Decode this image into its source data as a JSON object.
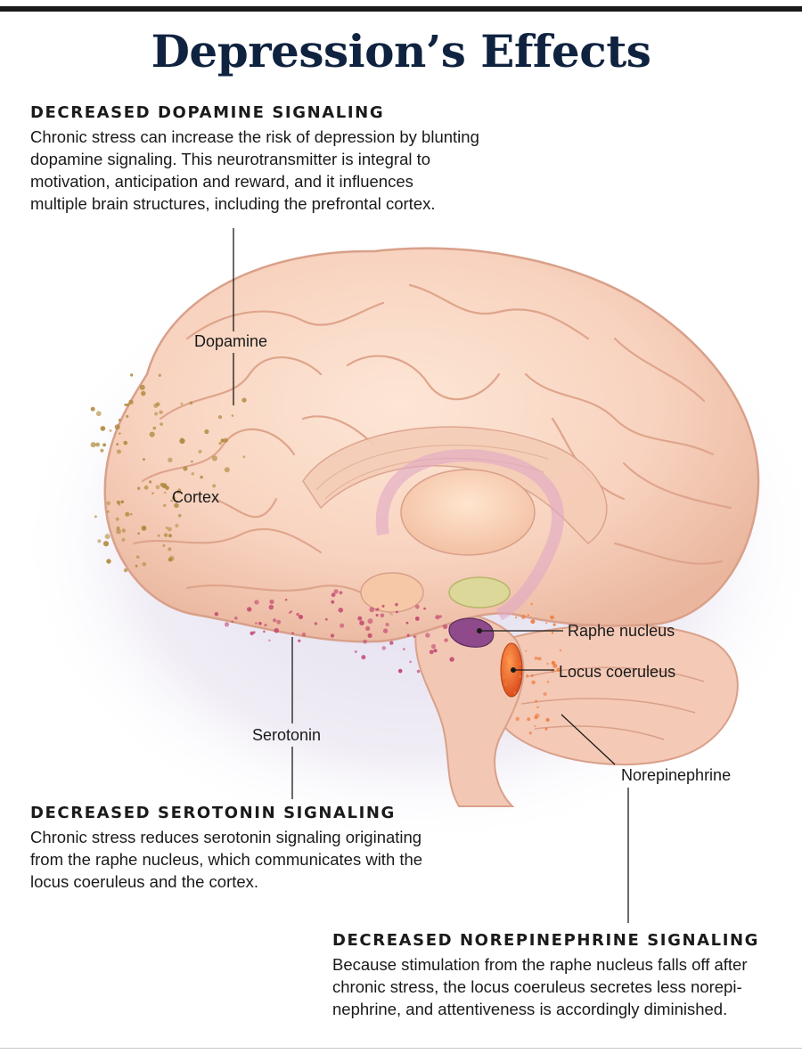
{
  "title": "Depression’s Effects",
  "sections": {
    "dopamine": {
      "heading": "DECREASED DOPAMINE SIGNALING",
      "lines": [
        "Chronic stress can increase the risk of depression by blunting",
        "dopamine signaling. This neurotransmitter is integral to",
        "motivation, anticipation and reward, and it influences",
        "multiple brain structures, including the prefrontal cortex."
      ]
    },
    "serotonin": {
      "heading": "DECREASED SEROTONIN SIGNALING",
      "lines": [
        "Chronic stress reduces serotonin signaling originating",
        "from the raphe nucleus, which communicates with the",
        "locus coeruleus and the cortex."
      ]
    },
    "norepinephrine": {
      "heading": "DECREASED NOREPINEPHRINE SIGNALING",
      "lines": [
        "Because stimulation from the raphe nucleus falls off after",
        "chronic stress, the locus coeruleus secretes less norepi-",
        "nephrine, and attentiveness is accordingly diminished."
      ]
    }
  },
  "labels": {
    "dopamine": "Dopamine",
    "cortex": "Cortex",
    "serotonin": "Serotonin",
    "raphe": "Raphe nucleus",
    "locus": "Locus coeruleus",
    "norepinephrine": "Norepinephrine"
  },
  "colors": {
    "title": "#0f2340",
    "dopamine_dots": "#b08a3e",
    "serotonin_dots": "#c2456e",
    "norepinephrine_dots": "#f07a3a",
    "raphe_nucleus": "#8e4a8a",
    "locus_coeruleus": "#e8581e",
    "brain": "#f7d2bd"
  }
}
